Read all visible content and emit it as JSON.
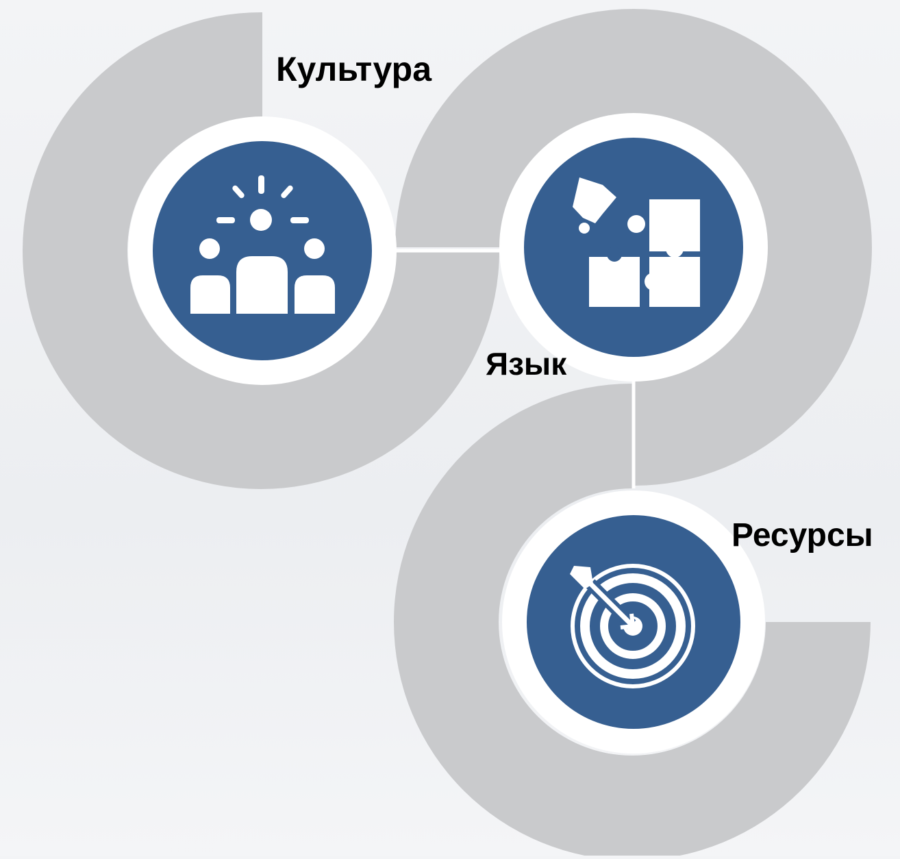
{
  "diagram": {
    "colors": {
      "ring": "#c9cacc",
      "disc": "#365f91",
      "halo": "#ffffff",
      "icon": "#ffffff",
      "text": "#000000"
    },
    "nodes": [
      {
        "label": "Культура",
        "icon": "people-celebration-icon"
      },
      {
        "label": "Язык",
        "icon": "puzzle-pieces-icon"
      },
      {
        "label": "Ресурсы",
        "icon": "target-arrow-icon"
      }
    ]
  }
}
